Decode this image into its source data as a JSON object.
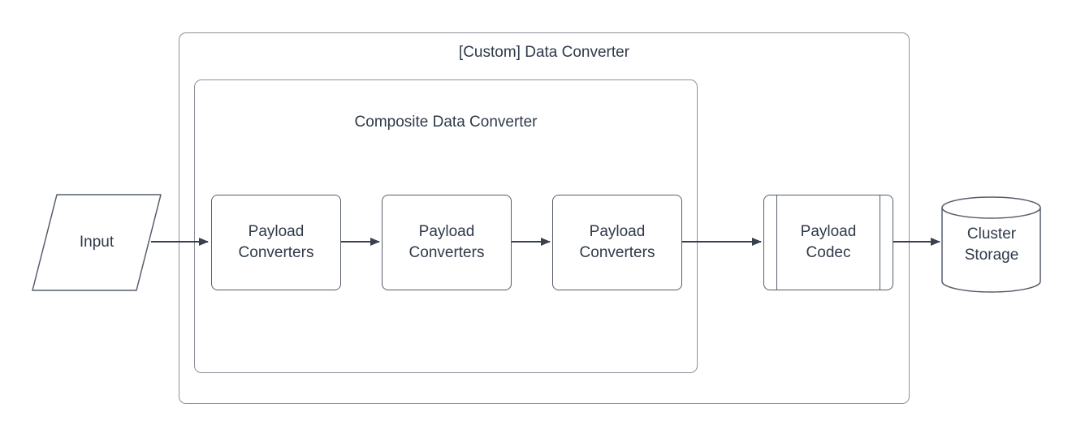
{
  "diagram": {
    "type": "flowchart",
    "colors": {
      "background": "#ffffff",
      "text": "#2f3a49",
      "shape_border": "#555e6b",
      "container_border": "#8c9199",
      "arrow": "#39414e"
    },
    "containers": {
      "outer": {
        "label": "[Custom] Data Converter"
      },
      "inner": {
        "label": "Composite Data Converter"
      }
    },
    "nodes": {
      "input": {
        "label": "Input",
        "shape": "parallelogram"
      },
      "converter1": {
        "label": "Payload Converters",
        "shape": "process"
      },
      "converter2": {
        "label": "Payload Converters",
        "shape": "process"
      },
      "converter3": {
        "label": "Payload Converters",
        "shape": "process"
      },
      "codec": {
        "label": "Payload Codec",
        "shape": "predefined-process"
      },
      "storage": {
        "label": "Cluster Storage",
        "shape": "cylinder"
      }
    },
    "edges": [
      {
        "from": "input",
        "to": "converter1"
      },
      {
        "from": "converter1",
        "to": "converter2"
      },
      {
        "from": "converter2",
        "to": "converter3"
      },
      {
        "from": "converter3",
        "to": "codec"
      },
      {
        "from": "codec",
        "to": "storage"
      }
    ]
  }
}
